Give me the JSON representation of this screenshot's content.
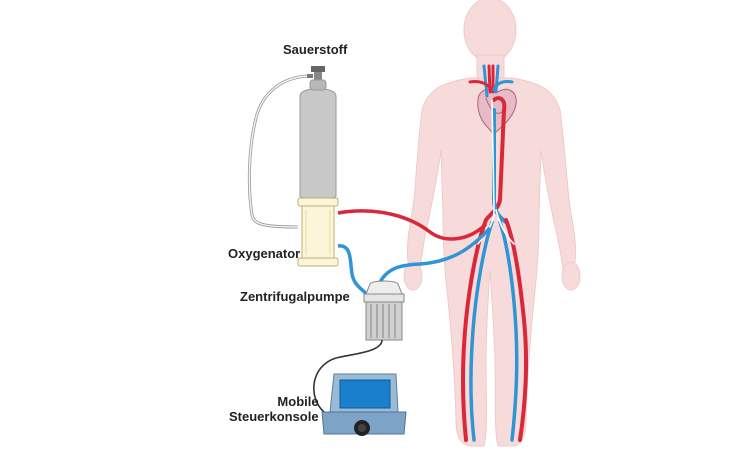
{
  "labels": {
    "oxygen": "Sauerstoff",
    "oxygenator": "Oxygenator",
    "pump": "Zentrifugalpumpe",
    "console_line1": "Mobile",
    "console_line2": "Steuerkonsole"
  },
  "colors": {
    "body": "#f7dada",
    "arterial": "#d8283a",
    "venous": "#2f95d4",
    "cylinder": "#c8c8c8",
    "oxygenator": "#fdf5d8",
    "pump": "#d0d0d0",
    "console_screen": "#1a7fcc",
    "console_base": "#7da3c6"
  }
}
